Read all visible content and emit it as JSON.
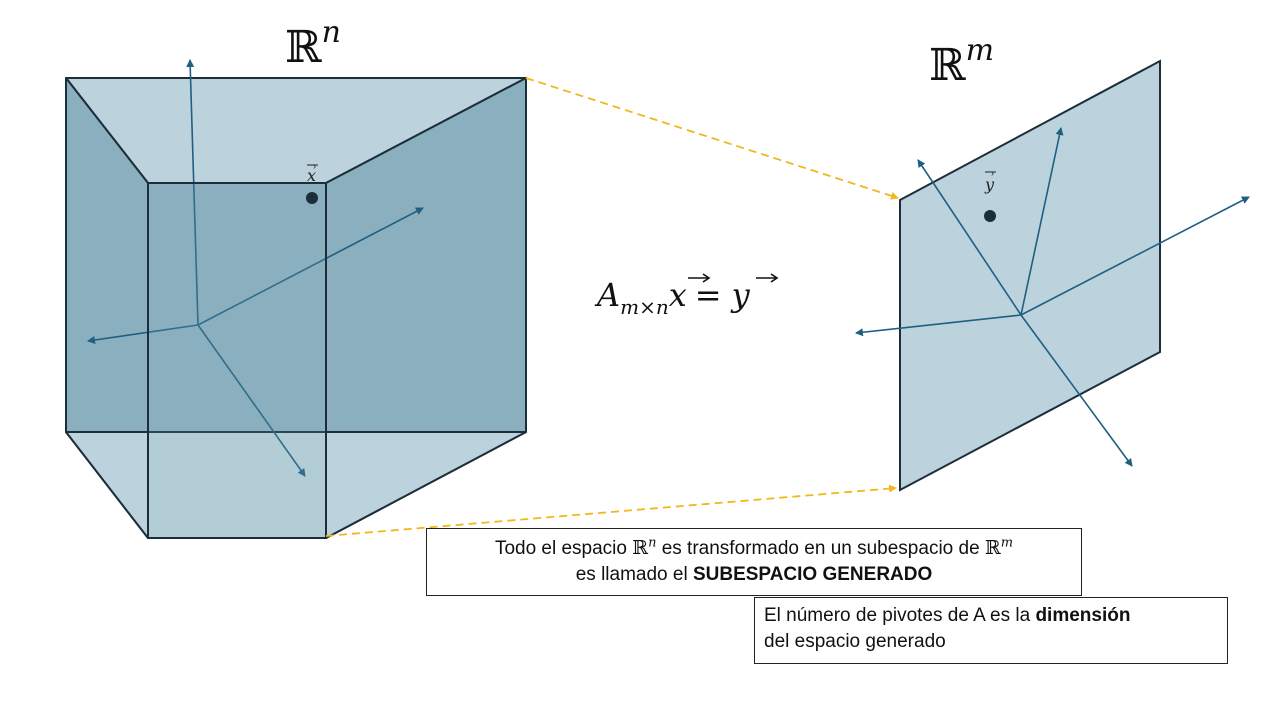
{
  "space_labels": {
    "domain": "ℝ",
    "domain_exp": "n",
    "codomain": "ℝ",
    "codomain_exp": "m"
  },
  "vectors": {
    "x_label": "x",
    "y_label": "y"
  },
  "equation": {
    "matrix": "A",
    "subscript": "m×n",
    "x": "x",
    "equals": "=",
    "y": "y"
  },
  "box1": {
    "line1_pre": "Todo el espacio ",
    "line1_r1": "ℝ",
    "line1_exp1": "n",
    "line1_mid": " es transformado en un subespacio de ",
    "line1_r2": "ℝ",
    "line1_exp2": "m",
    "line2_pre": "es llamado el ",
    "line2_bold": "SUBESPACIO GENERADO"
  },
  "box2": {
    "line1_pre": "El número de pivotes de A es la ",
    "line1_bold": "dimensión",
    "line2": "del espacio generado"
  },
  "colors": {
    "cube_light": "#bcd3dd",
    "cube_dark": "#8aafbf",
    "axis": "#1f5f82",
    "dashed": "#f2b71c",
    "edge": "#1c2e3a"
  }
}
